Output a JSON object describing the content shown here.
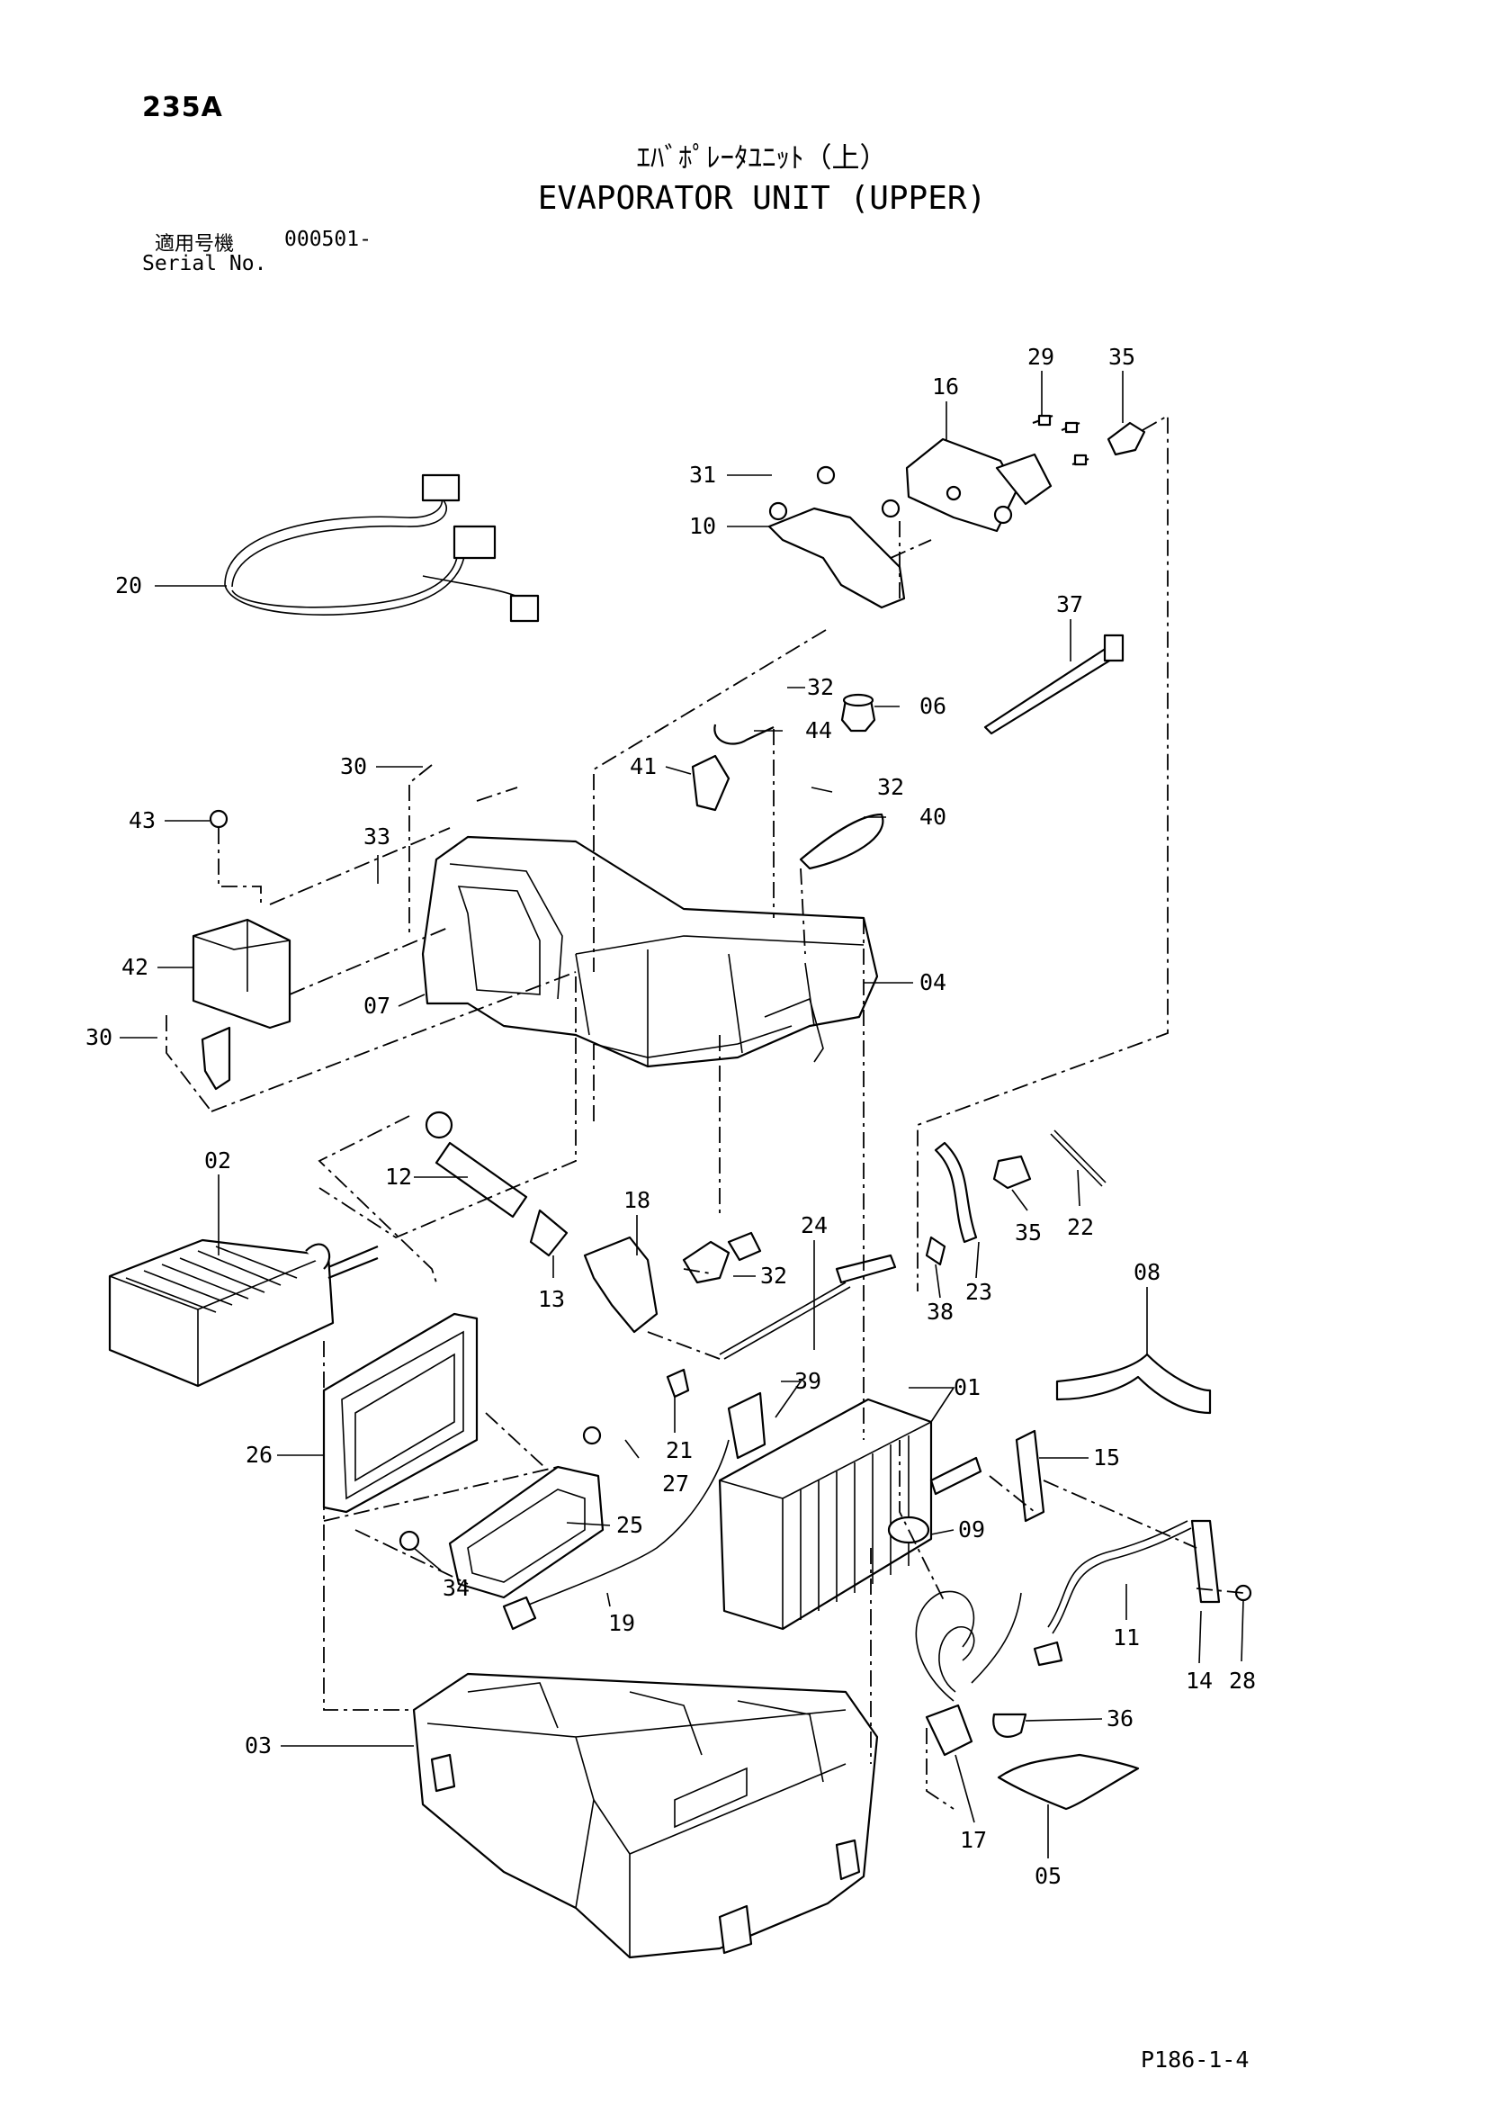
{
  "header": {
    "page_code": "235A",
    "title_jp": "ｴﾊﾞﾎﾟﾚｰﾀﾕﾆｯﾄ（上）",
    "title_en": "EVAPORATOR UNIT (UPPER)",
    "serial_label_jp": "適用号機",
    "serial_value": "000501-",
    "serial_label_en": "Serial No."
  },
  "footer": {
    "page_ref": "P186-1-4"
  },
  "callouts": [
    "29",
    "35",
    "16",
    "31",
    "10",
    "20",
    "37",
    "32",
    "06",
    "44",
    "30",
    "41",
    "32",
    "40",
    "43",
    "33",
    "42",
    "07",
    "04",
    "30",
    "02",
    "12",
    "18",
    "35",
    "22",
    "24",
    "13",
    "32",
    "23",
    "38",
    "08",
    "39",
    "01",
    "26",
    "21",
    "27",
    "15",
    "25",
    "09",
    "34",
    "19",
    "11",
    "14",
    "28",
    "03",
    "36",
    "17",
    "05"
  ]
}
